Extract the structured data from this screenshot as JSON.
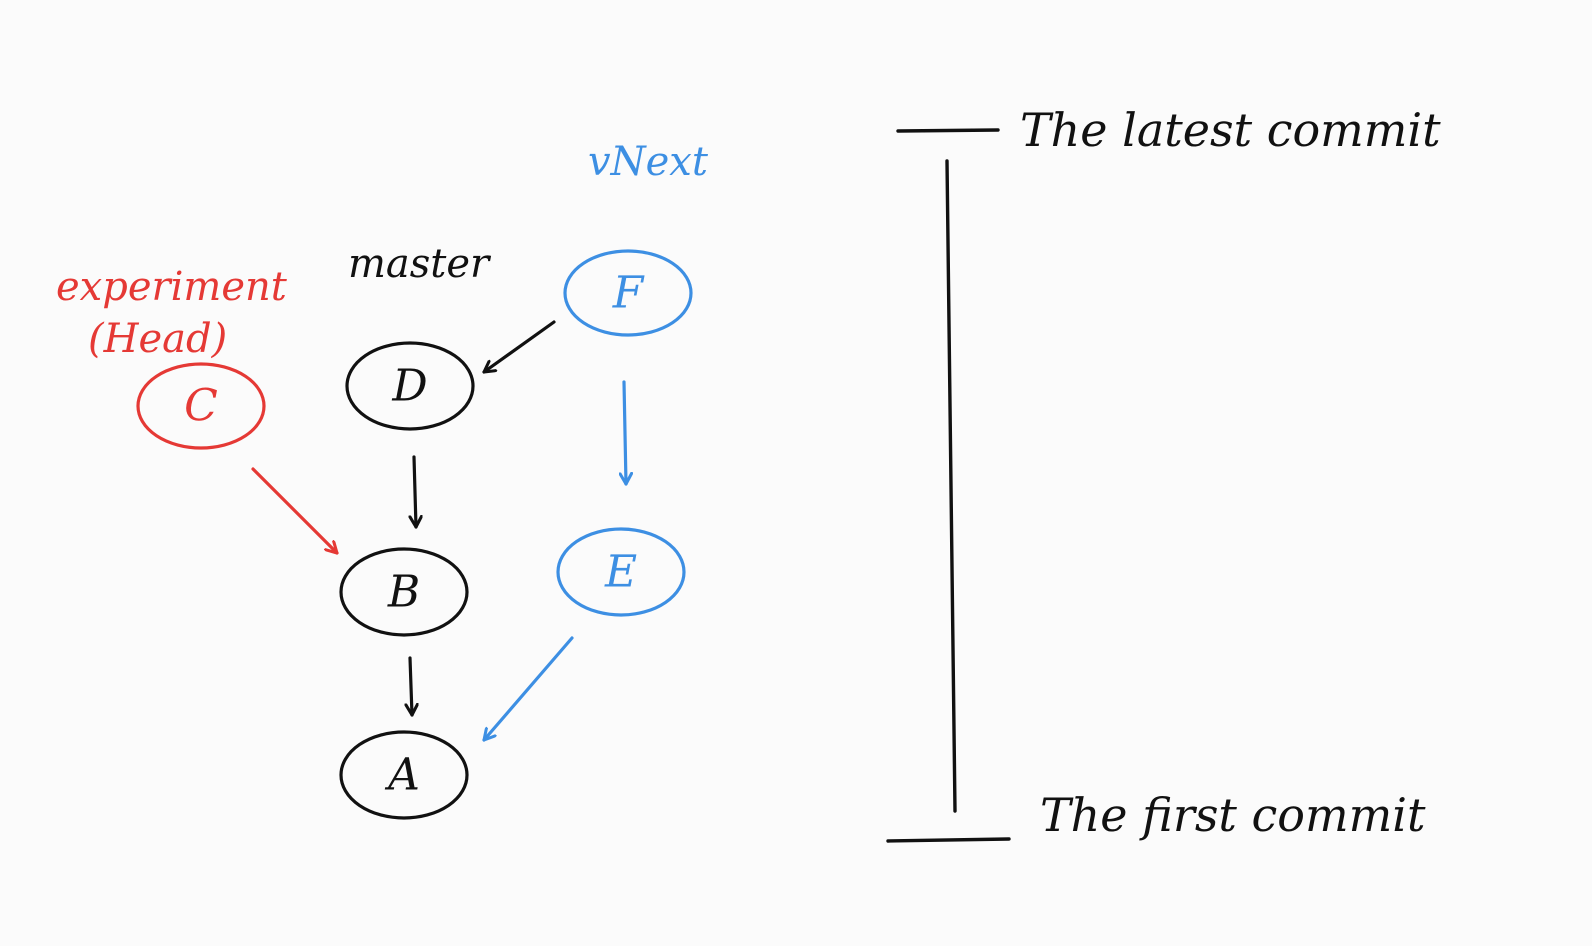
{
  "colors": {
    "background": "#fbfbfb",
    "ink": "#111111",
    "red": "#e53935",
    "blue": "#3d8fe3"
  },
  "commits": {
    "A": "A",
    "B": "B",
    "C": "C",
    "D": "D",
    "E": "E",
    "F": "F"
  },
  "branches": {
    "experiment": "experiment",
    "head": "(Head)",
    "master": "master",
    "vnext": "vNext"
  },
  "timeline": {
    "latest": "The latest commit",
    "first": "The first commit"
  }
}
